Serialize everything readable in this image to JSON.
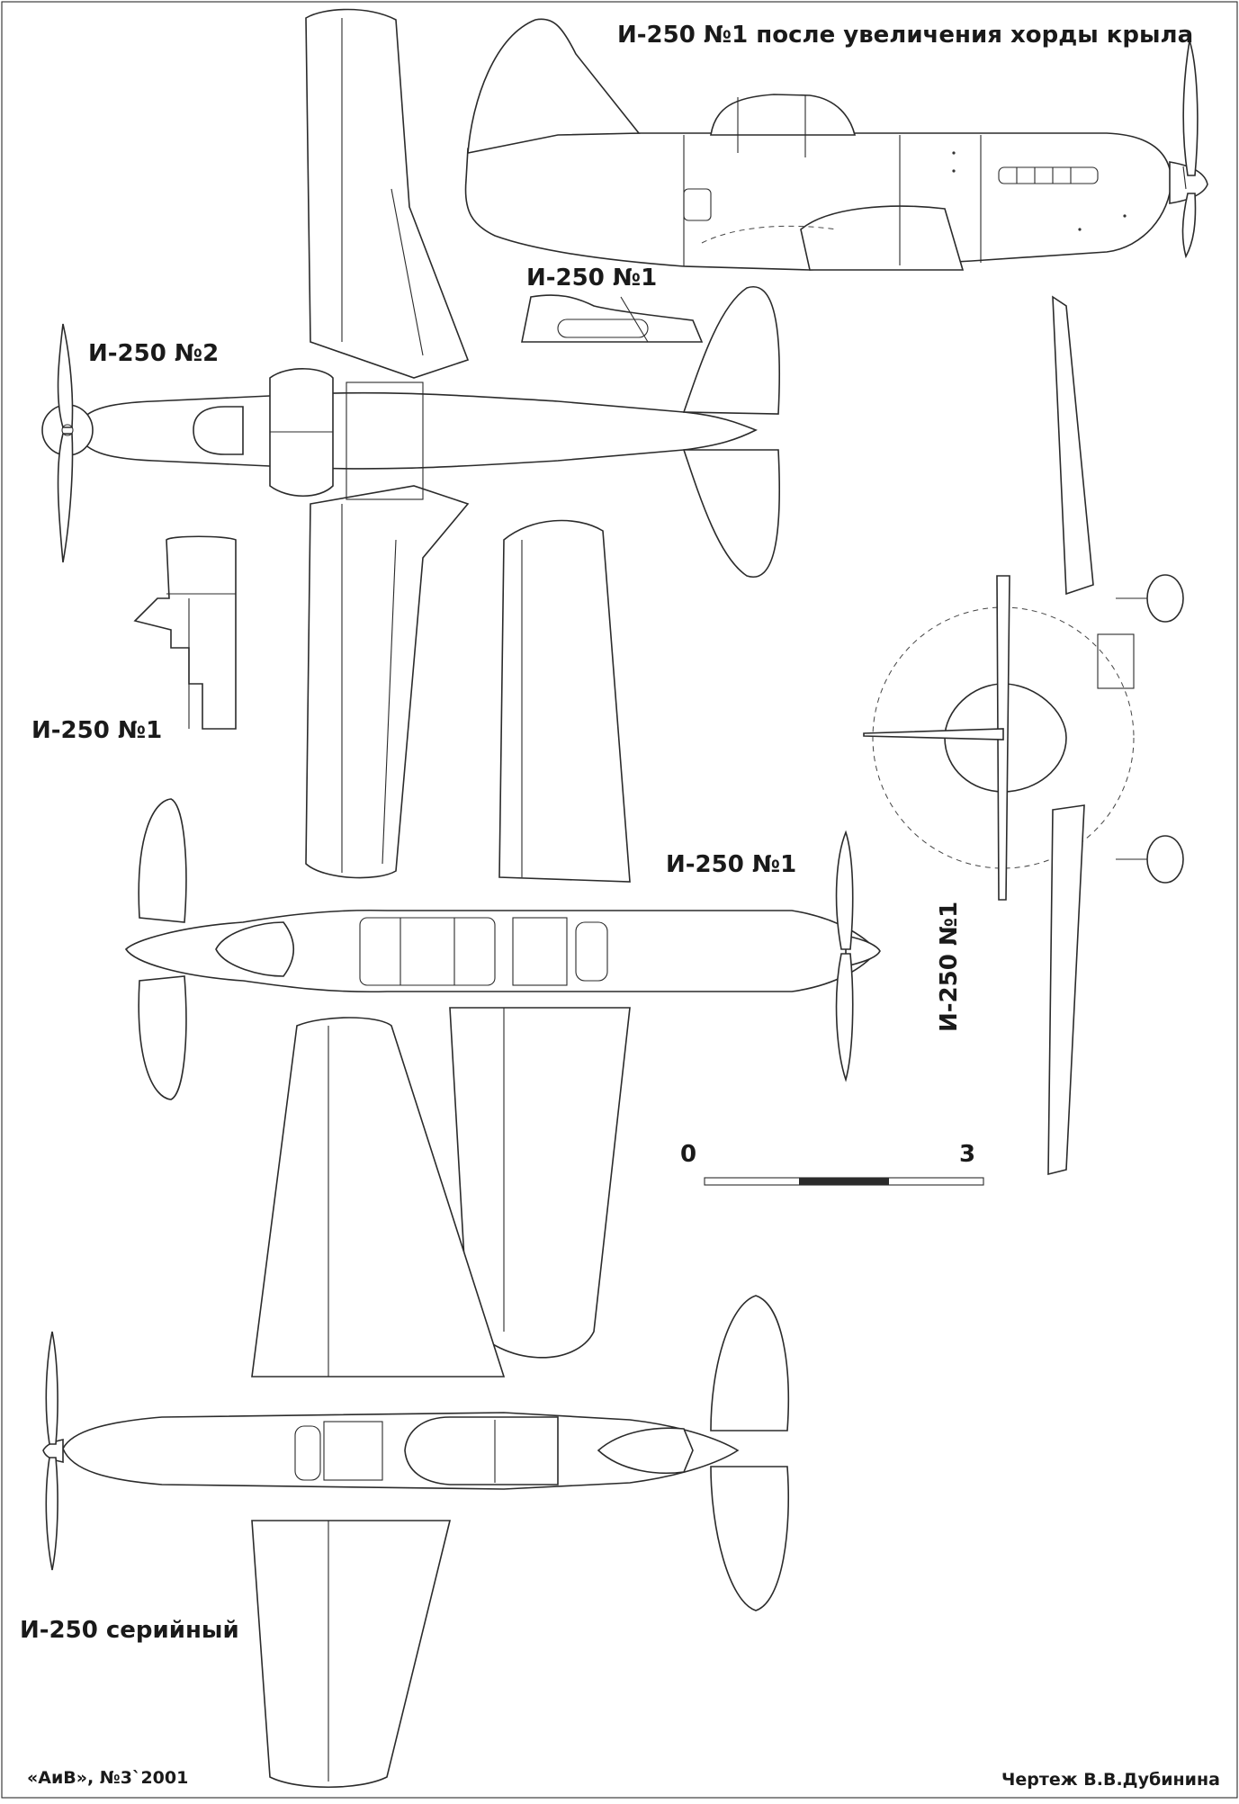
{
  "labels": {
    "title_side": "И-250 №1 после увеличения хорды крыла",
    "top_view_2": "И-250 №2",
    "side_small": "И-250 №1",
    "canopy_detail": "И-250 №1",
    "plan_view_1": "И-250 №1",
    "front_view": "И-250 №1",
    "plan_serial": "И-250 серийный",
    "scale_start": "0",
    "scale_end": "3",
    "credit_left": "«АиВ», №3`2001",
    "credit_right": "Чертеж В.В.Дубинина"
  }
}
